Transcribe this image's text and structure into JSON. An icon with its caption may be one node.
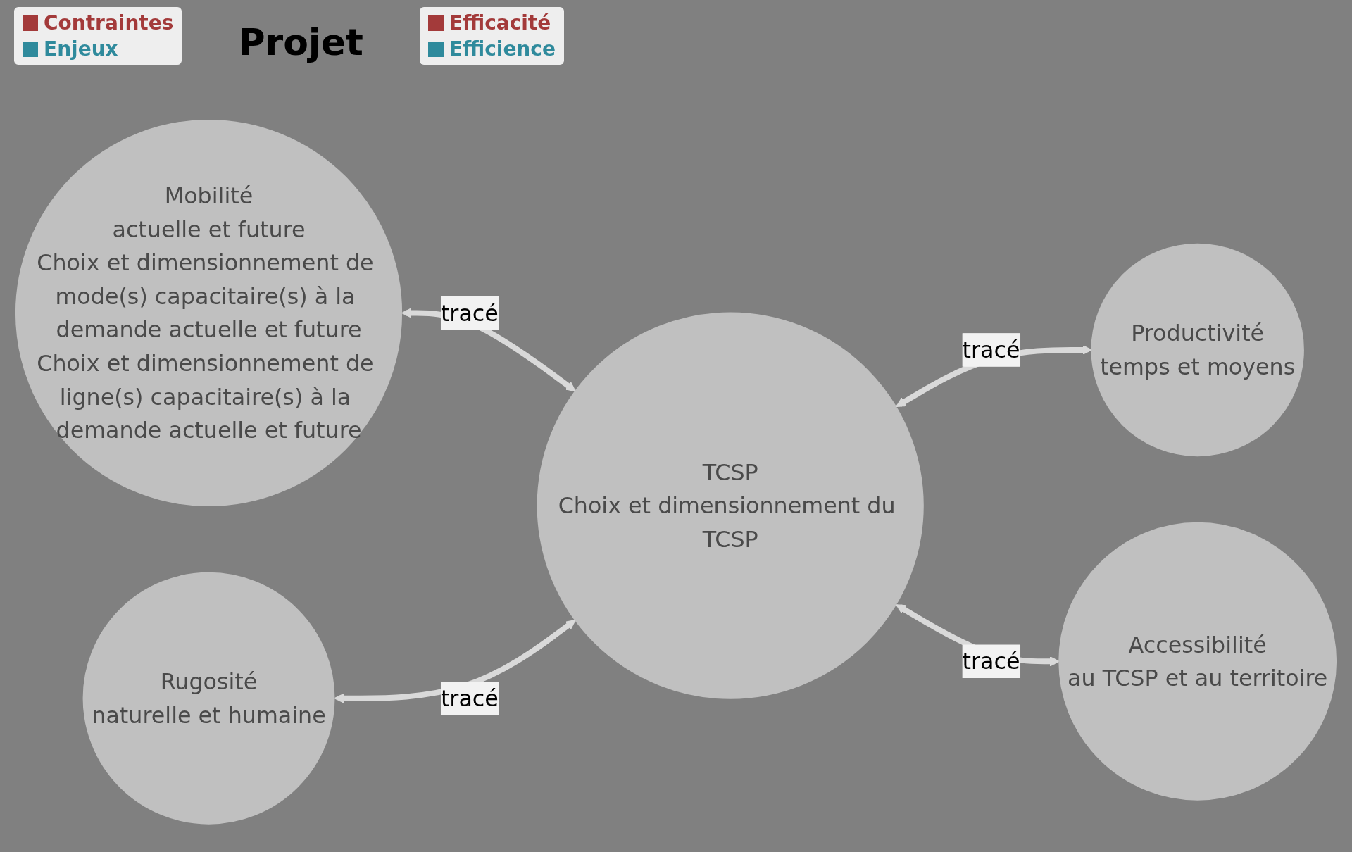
{
  "diagram": {
    "title": "Projet",
    "nodes": [
      {
        "text": [
          "Mobilité",
          "actuelle et future",
          "Choix et dimensionnement de mode(s) capacitaire(s) à la demande actuelle et future",
          "Choix et dimensionnement de ligne(s) capacitaire(s) à la demande actuelle et future"
        ]
      },
      {
        "text": [
          "TCSP",
          "Choix et dimensionnement du TCSP"
        ]
      },
      {
        "text": [
          "Productivité",
          "temps et moyens"
        ]
      },
      {
        "text": [
          "Rugosité",
          "naturelle et humaine"
        ]
      },
      {
        "text": [
          "Accessibilité",
          "au TCSP et au territoire"
        ]
      }
    ],
    "edges": [
      {
        "from": 0,
        "to": 1,
        "arrow": "both",
        "label": "tracé"
      },
      {
        "from": 1,
        "to": 2,
        "arrow": "both",
        "label": "tracé"
      },
      {
        "from": 3,
        "to": 1,
        "arrow": "both",
        "label": "tracé"
      },
      {
        "from": 1,
        "to": 4,
        "arrow": "both",
        "label": "tracé"
      }
    ],
    "legend": [
      {
        "text": "Contraintes",
        "color": "#a33a3a"
      },
      {
        "text": "Enjeux",
        "color": "#2f8a9c"
      },
      {
        "text": "Efficacité",
        "color": "#a33a3a"
      },
      {
        "text": "Efficience",
        "color": "#2f8a9c"
      }
    ]
  }
}
